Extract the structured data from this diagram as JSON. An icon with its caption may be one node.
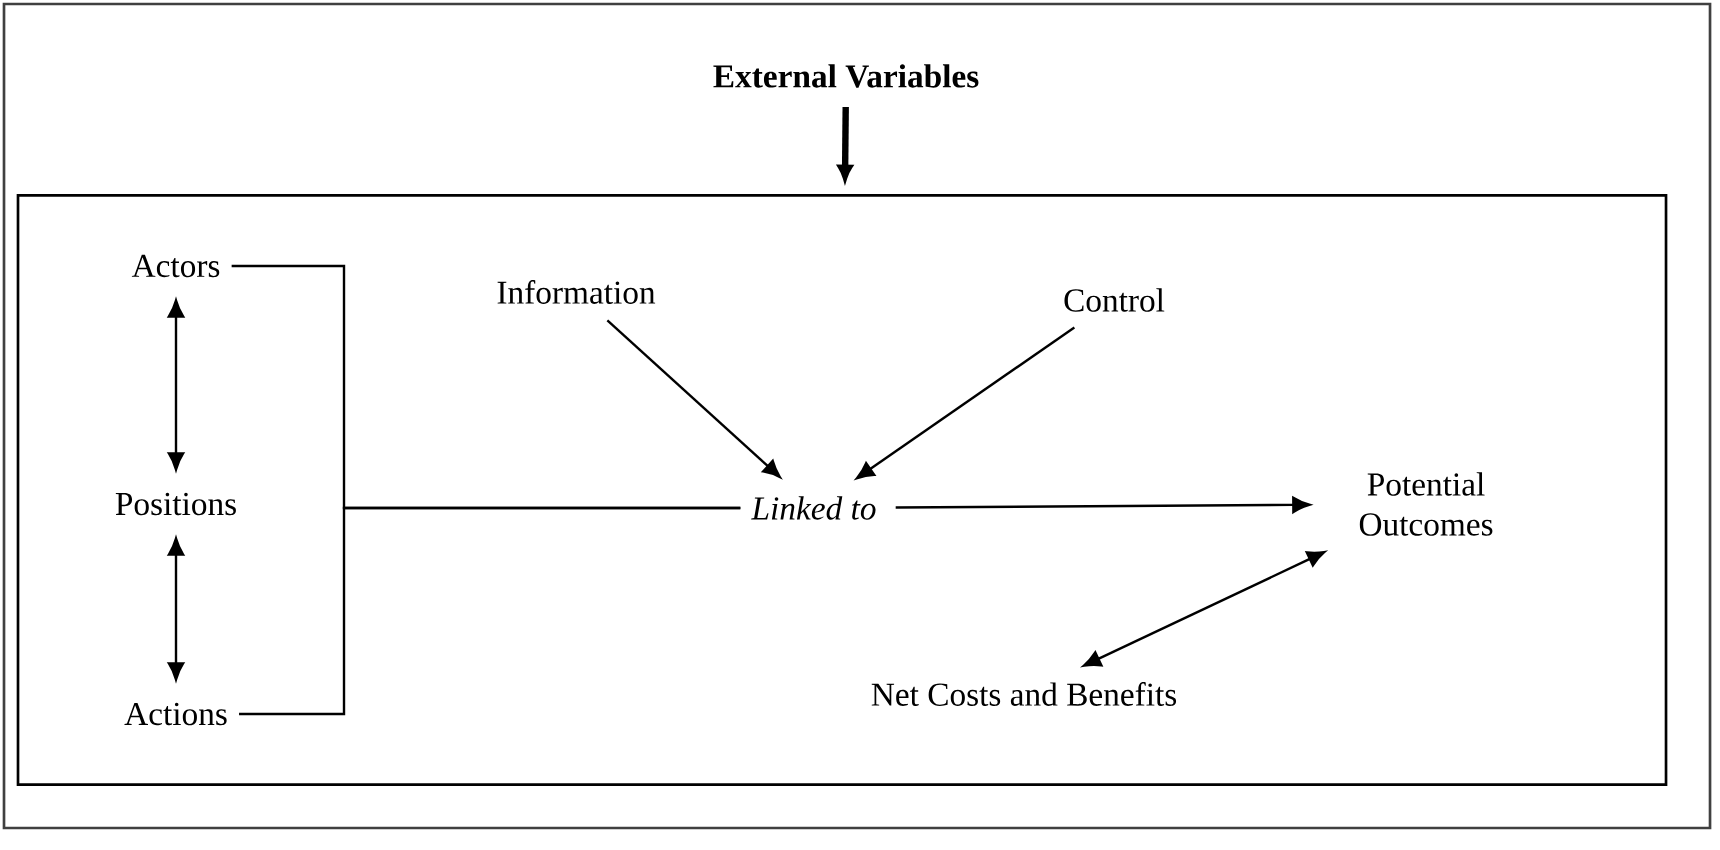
{
  "diagram": {
    "nodes": [
      {
        "text": [
          "External Variables"
        ]
      },
      {
        "text": [],
        "shape": "box"
      },
      {
        "text": [
          "Actors"
        ],
        "in": 1
      },
      {
        "text": [
          "Positions"
        ],
        "in": 1
      },
      {
        "text": [
          "Actions"
        ],
        "in": 1
      },
      {
        "text": [
          "Information"
        ],
        "in": 1
      },
      {
        "text": [
          "Control"
        ],
        "in": 1
      },
      {
        "text": [
          "Linked to"
        ],
        "in": 1
      },
      {
        "text": [
          "Potential Outcomes"
        ],
        "in": 1
      },
      {
        "text": [
          "Net Costs and Benefits"
        ],
        "in": 1
      }
    ],
    "edges": [
      {
        "from": 0,
        "to": 1,
        "arrow": "to",
        "style": "thick"
      },
      {
        "from": 2,
        "to": 3,
        "arrow": "both"
      },
      {
        "from": 3,
        "to": 4,
        "arrow": "both"
      },
      {
        "from": 2,
        "to": 7,
        "arrow": "none"
      },
      {
        "from": 4,
        "to": 7,
        "arrow": "none"
      },
      {
        "from": 5,
        "to": 7,
        "arrow": "to"
      },
      {
        "from": 6,
        "to": 7,
        "arrow": "to"
      },
      {
        "from": 7,
        "to": 8,
        "arrow": "to"
      },
      {
        "from": 9,
        "to": 8,
        "arrow": "both"
      }
    ]
  }
}
